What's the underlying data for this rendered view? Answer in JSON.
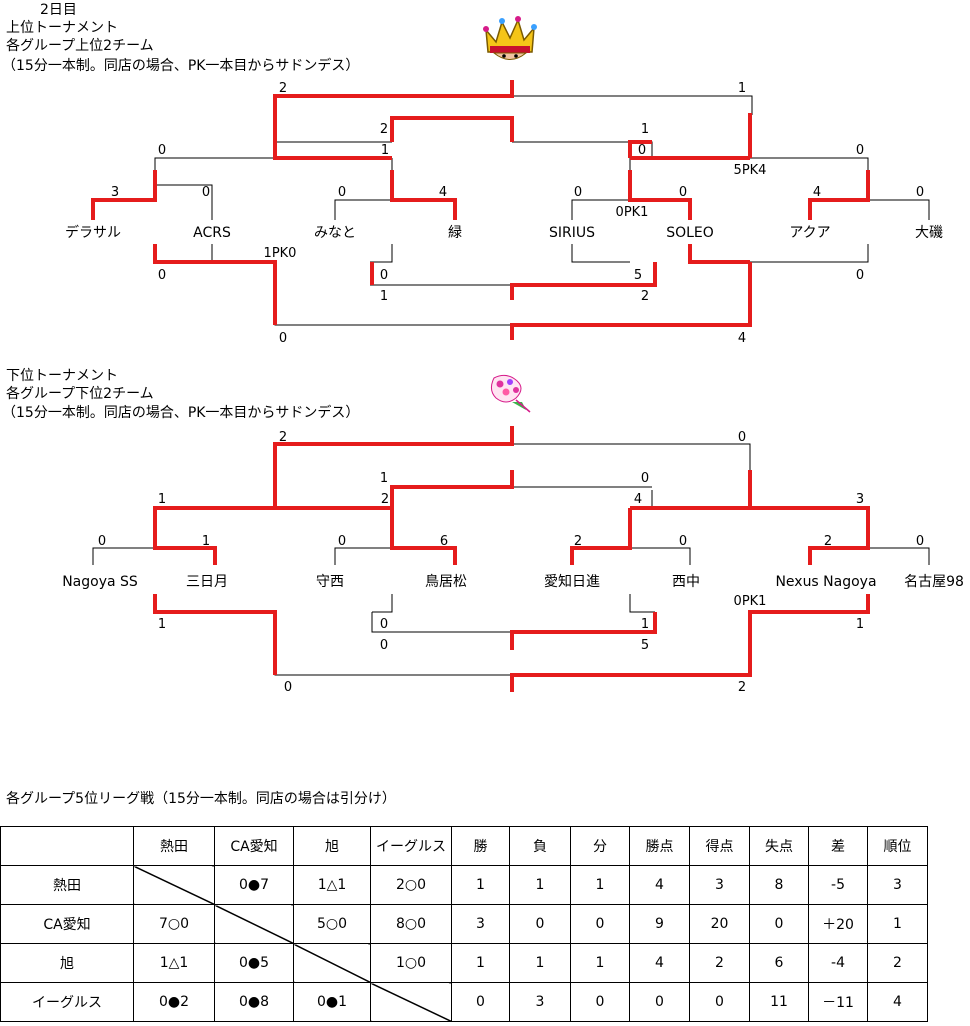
{
  "upper": {
    "day": "2日目",
    "title": "上位トーナメント",
    "subtitle": "各グループ上位2チーム",
    "rule": "（15分一本制。同店の場合、PK一本目からサドンデス）",
    "teams": [
      "デラサル",
      "ACRS",
      "みなと",
      "緑",
      "SIRIUS",
      "SOLEO",
      "アクア",
      "大磯"
    ],
    "top_r1": [
      "3",
      "0",
      "0",
      "4",
      "0",
      "0",
      "4",
      "0"
    ],
    "top_qf": [
      "0",
      "1",
      "0",
      "0"
    ],
    "top_sf": [
      "2",
      "1"
    ],
    "top_final": [
      "2",
      "1"
    ],
    "bot_qf": [
      "0",
      "0",
      "5",
      "0"
    ],
    "bot_sf": [
      "1",
      "2"
    ],
    "bot_final": [
      "0",
      "4"
    ],
    "pk_notes": [
      "0PK1",
      "5PK4",
      "1PK0"
    ],
    "colors": {
      "win": "#e51c1c",
      "line": "#000000"
    },
    "icon": "crown-icon"
  },
  "lower": {
    "title": "下位トーナメント",
    "subtitle": "各グループ下位2チーム",
    "rule": "（15分一本制。同店の場合、PK一本目からサドンデス）",
    "teams": [
      "Nagoya SS",
      "三日月",
      "守西",
      "鳥居松",
      "愛知日進",
      "西中",
      "Nexus Nagoya",
      "名古屋98"
    ],
    "top_r1": [
      "0",
      "1",
      "0",
      "6",
      "2",
      "0",
      "2",
      "0"
    ],
    "top_qf": [
      "1",
      "2",
      "4",
      "3"
    ],
    "top_sf": [
      "1",
      "0"
    ],
    "top_final": [
      "2",
      "0"
    ],
    "bot_qf": [
      "1",
      "0",
      "1",
      "1"
    ],
    "bot_sf": [
      "0",
      "5"
    ],
    "bot_final": [
      "0",
      "2"
    ],
    "pk_notes": [
      "0PK1"
    ],
    "icon": "flower-bouquet-icon"
  },
  "league": {
    "title": "各グループ5位リーグ戦（15分一本制。同店の場合は引分け）",
    "headers": [
      "",
      "熱田",
      "CA愛知",
      "旭",
      "イーグルス",
      "勝",
      "負",
      "分",
      "勝点",
      "得点",
      "失点",
      "差",
      "順位"
    ],
    "rows": [
      [
        "熱田",
        "",
        "0●7",
        "1△1",
        "2○0",
        "1",
        "1",
        "1",
        "4",
        "3",
        "8",
        "-5",
        "3"
      ],
      [
        "CA愛知",
        "7○0",
        "",
        "5○0",
        "8○0",
        "3",
        "0",
        "0",
        "9",
        "20",
        "0",
        "＋20",
        "1"
      ],
      [
        "旭",
        "1△1",
        "0●5",
        "",
        "1○0",
        "1",
        "1",
        "1",
        "4",
        "2",
        "6",
        "-4",
        "2"
      ],
      [
        "イーグルス",
        "0●2",
        "0●8",
        "0●1",
        "",
        "0",
        "3",
        "0",
        "0",
        "0",
        "11",
        "－11",
        "4"
      ]
    ]
  }
}
